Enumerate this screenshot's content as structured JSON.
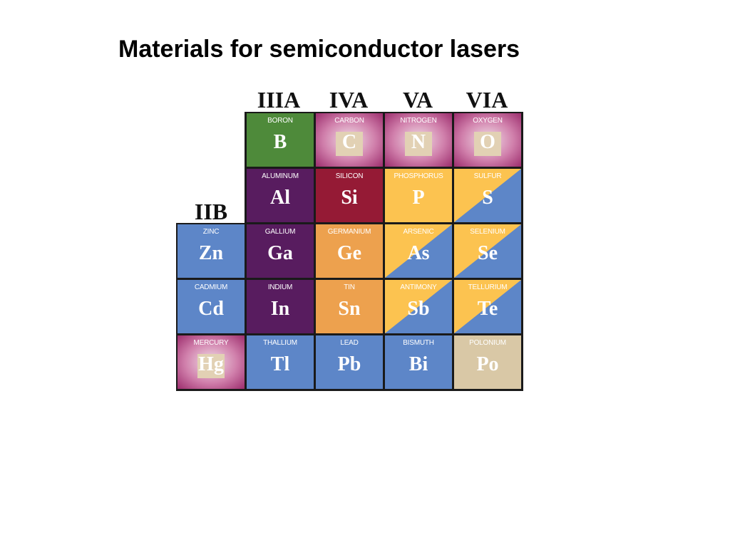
{
  "title": "Materials for semiconductor lasers",
  "table": {
    "group_labels": [
      "IIIA",
      "IVA",
      "VA",
      "VIA",
      "IIB"
    ],
    "colors": {
      "green": "#4e8a3a",
      "purple": "#581c5f",
      "red": "#951a35",
      "yellow": "#fcc350",
      "orange": "#eda14e",
      "blue": "#5d86c8",
      "beige": "#d9c8a6",
      "magenta_frame": "#9c2d6d",
      "chip": "#e2d1b4"
    },
    "cells": [
      {
        "name": "BORON",
        "symbol": "B",
        "style": "green"
      },
      {
        "name": "CARBON",
        "symbol": "C",
        "style": "magenta"
      },
      {
        "name": "NITROGEN",
        "symbol": "N",
        "style": "magenta"
      },
      {
        "name": "OXYGEN",
        "symbol": "O",
        "style": "magenta"
      },
      {
        "name": "ALUMINUM",
        "symbol": "Al",
        "style": "purple"
      },
      {
        "name": "SILICON",
        "symbol": "Si",
        "style": "red"
      },
      {
        "name": "PHOSPHORUS",
        "symbol": "P",
        "style": "yellow"
      },
      {
        "name": "SULFUR",
        "symbol": "S",
        "style": "split"
      },
      {
        "name": "ZINC",
        "symbol": "Zn",
        "style": "blue"
      },
      {
        "name": "GALLIUM",
        "symbol": "Ga",
        "style": "purple"
      },
      {
        "name": "GERMANIUM",
        "symbol": "Ge",
        "style": "orange"
      },
      {
        "name": "ARSENIC",
        "symbol": "As",
        "style": "split"
      },
      {
        "name": "SELENIUM",
        "symbol": "Se",
        "style": "split"
      },
      {
        "name": "CADMIUM",
        "symbol": "Cd",
        "style": "blue"
      },
      {
        "name": "INDIUM",
        "symbol": "In",
        "style": "purple"
      },
      {
        "name": "TIN",
        "symbol": "Sn",
        "style": "orange"
      },
      {
        "name": "ANTIMONY",
        "symbol": "Sb",
        "style": "split"
      },
      {
        "name": "TELLURIUM",
        "symbol": "Te",
        "style": "split"
      },
      {
        "name": "MERCURY",
        "symbol": "Hg",
        "style": "magenta"
      },
      {
        "name": "THALLIUM",
        "symbol": "Tl",
        "style": "blue"
      },
      {
        "name": "LEAD",
        "symbol": "Pb",
        "style": "blue"
      },
      {
        "name": "BISMUTH",
        "symbol": "Bi",
        "style": "blue"
      },
      {
        "name": "POLONIUM",
        "symbol": "Po",
        "style": "beige"
      }
    ]
  }
}
